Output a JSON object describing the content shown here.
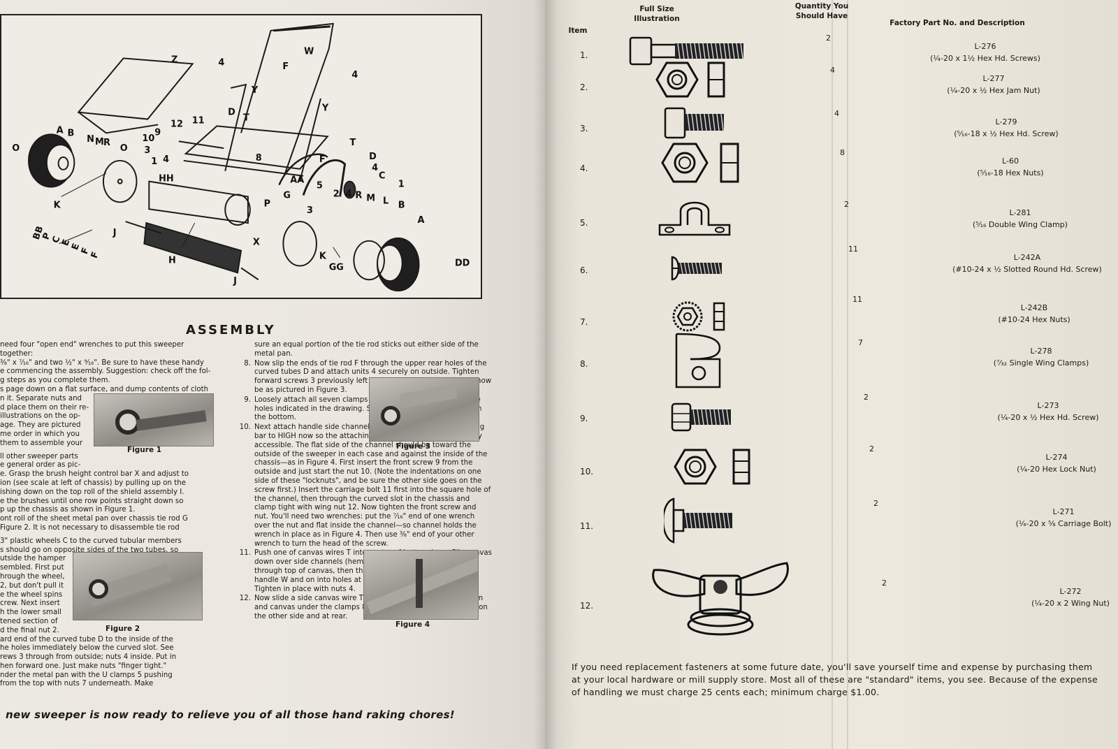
{
  "diagram": {
    "labels": [
      "Z",
      "W",
      "F",
      "4",
      "4",
      "Y",
      "Y",
      "D",
      "T",
      "T",
      "12",
      "11",
      "9",
      "10",
      "3",
      "1",
      "4",
      "8",
      "A",
      "B",
      "N",
      "M",
      "R",
      "O",
      "O",
      "D",
      "F",
      "4",
      "C",
      "1",
      "AA",
      "5",
      "2",
      "4",
      "G",
      "3",
      "HH",
      "P",
      "J",
      "K",
      "R",
      "M",
      "L",
      "B",
      "A",
      "X",
      "H",
      "J",
      "GG",
      "DD",
      "K",
      "BB",
      "P",
      "C",
      "E",
      "E",
      "F",
      "F"
    ]
  },
  "assembly": {
    "title": "ASSEMBLY",
    "left_column": [
      "need four \"open end\" wrenches to put this sweeper together:",
      "⅜\" x ⁷⁄₁₆\" and two ½\" x ⁹⁄₁₆\". Be sure to have these handy",
      "e commencing the assembly. Suggestion: check off the fol-",
      "g steps as you complete them.",
      "s page down on a flat surface, and dump contents of cloth",
      "n it. Separate nuts and",
      "d place them on their re-",
      "illustrations on the op-",
      "age. They are pictured",
      "me order in which you",
      "them to assemble your",
      "",
      "ll other sweeper parts",
      "e general order as pic-",
      "e. Grasp the brush height control bar X and adjust to",
      "ion (see scale at left of chassis) by pulling up on the",
      "ishing down on the top roll of the shield assembly I.",
      "e the brushes until one row points straight down so",
      "p up the chassis as shown in Figure 1.",
      "ont roll of the sheet metal pan over chassis tie rod G",
      "Figure 2. It is not necessary to disassemble tie rod",
      "",
      "3\" plastic wheels C to the curved tubular members",
      "s should go on opposite sides of the two tubes, so",
      "utside the hamper",
      "sembled. First put",
      "hrough the wheel,",
      "2, but don't pull it",
      "e the wheel spins",
      "crew. Next insert",
      "h the lower small",
      "tened section of",
      "d the final nut 2.",
      "ard end of the curved tube D to the inside of the",
      "he holes immediately below the curved slot. See",
      "rews 3 through from outside; nuts 4 inside. Put in",
      "hen forward one. Just make nuts \"finger tight.\"",
      "nder the metal pan with the U clamps 5 pushing",
      "from the top with nuts 7 underneath. Make"
    ],
    "mid_column": [
      {
        "num": "",
        "text": "sure an equal portion of the tie rod sticks out either side of the metal pan."
      },
      {
        "num": "8.",
        "text": "Now slip the ends of tie rod F through the upper rear holes of the curved tubes D and attach units 4 securely on outside. Tighten forward screws 3 previously left finger tight. Assembly should now be as pictured in Figure 3."
      },
      {
        "num": "9.",
        "text": "Loosely attach all seven clamps 8 to the metal pan through the holes indicated in the drawing. Screw heads 6 on top; nuts 7 on the bottom."
      },
      {
        "num": "10.",
        "text": "Next attach handle side channels Y. Change the height adjusting bar to HIGH now so the attaching holes in the chassis are easily accessible. The flat side of the channel should be toward the outside of the sweeper in each case and against the inside of the chassis—as in Figure 4. First insert the front screw 9 from the outside and just start the nut 10. (Note the indentations on one side of these \"locknuts\", and be sure the other side goes on the screw first.) Insert the carriage bolt 11 first into the square hole of the channel, then through the curved slot in the chassis and clamp tight with wing nut 12. Now tighten the front screw and nut. You'll need two wrenches: put the ⁷⁄₁₆\" end of one wrench over the nut and flat inside the channel—so channel holds the wrench in place as in Figure 4. Then use ⅜\" end of your other wrench to turn the head of the screw."
      },
      {
        "num": "11.",
        "text": "Push one of canvas wires T into center of bottom hem. Slip canvas down over side channels (hems to inside). Slide top tie rod G through top of canvas, then through holes in U shaped tubular handle W and on into holes at the top of side handle channels. Tighten in place with nuts 4."
      },
      {
        "num": "12.",
        "text": "Now slide a side canvas wire T into the hem. Next put both hem and canvas under the clamps 8 and tighten securely. Similarly on the other side and at rear."
      }
    ],
    "figures": [
      "Figure 1",
      "Figure 2",
      "Figure 3",
      "Figure 4"
    ],
    "closing": "new sweeper is now ready to relieve you of all those hand raking chores!"
  },
  "parts": {
    "headers": {
      "item": "Item",
      "illustration": "Full Size Illustration",
      "quantity": "Quantity You Should Have",
      "description": "Factory Part No. and Description"
    },
    "rows": [
      {
        "item": "1.",
        "qty": "2",
        "part": "L-276",
        "desc": "(¼-20 x 1½ Hex Hd. Screws)",
        "icon": "hex-bolt-long-icon"
      },
      {
        "item": "2.",
        "qty": "4",
        "part": "L-277",
        "desc": "(¼-20 x ½ Hex Jam Nut)",
        "icon": "hex-jam-nut-icon"
      },
      {
        "item": "3.",
        "qty": "4",
        "part": "L-279",
        "desc": "(⁵⁄₁₆-18 x ½ Hex Hd. Screw)",
        "icon": "hex-screw-short-icon"
      },
      {
        "item": "4.",
        "qty": "8",
        "part": "L-60",
        "desc": "(⁵⁄₁₆-18 Hex Nuts)",
        "icon": "hex-nut-icon"
      },
      {
        "item": "5.",
        "qty": "2",
        "part": "L-281",
        "desc": "(⁵⁄₁₆ Double Wing Clamp)",
        "icon": "double-wing-clamp-icon"
      },
      {
        "item": "6.",
        "qty": "11",
        "part": "L-242A",
        "desc": "(#10-24 x ½ Slotted Round Hd. Screw)",
        "icon": "round-head-screw-icon"
      },
      {
        "item": "7.",
        "qty": "11",
        "part": "L-242B",
        "desc": "(#10-24 Hex Nuts)",
        "icon": "serrated-hex-nut-icon"
      },
      {
        "item": "8.",
        "qty": "7",
        "part": "L-278",
        "desc": "(⁷⁄₃₂ Single Wing Clamps)",
        "icon": "single-wing-clamp-icon"
      },
      {
        "item": "9.",
        "qty": "2",
        "part": "L-273",
        "desc": "(¼-20 x ½ Hex Hd. Screw)",
        "icon": "hex-head-screw-icon"
      },
      {
        "item": "10.",
        "qty": "2",
        "part": "L-274",
        "desc": "(¼-20 Hex Lock Nut)",
        "icon": "hex-lock-nut-icon"
      },
      {
        "item": "11.",
        "qty": "2",
        "part": "L-271",
        "desc": "(¼-20 x ⅝ Carriage Bolt)",
        "icon": "carriage-bolt-icon"
      },
      {
        "item": "12.",
        "qty": "2",
        "part": "L-272",
        "desc": "(¼-20 x 2 Wing Nut)",
        "icon": "wing-nut-icon"
      }
    ],
    "footer": "If you need replacement fasteners at some future date, you'll save yourself time and expense by purchasing them at your local hardware or mill supply store. Most all of these are \"standard\" items, you see. Because of the expense of handling we must charge 25 cents each; minimum charge $1.00."
  }
}
